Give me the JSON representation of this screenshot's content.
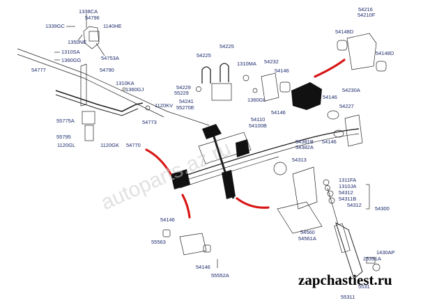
{
  "watermark": "autoparts.az.ru",
  "site_mark": "zapchastiest.ru",
  "labels": {
    "l1338ca": "1338CA",
    "l54796": "54796",
    "l1339gc": "1339GC",
    "l1140he": "1140HE",
    "l1350ne": "1350NE",
    "l54753a": "54753A",
    "l1310sa": "1310SA",
    "l1360gg": "1360GG",
    "l54777": "54777",
    "l54790": "54790",
    "l1310ka": "1310KA",
    "l1360gj": "1360GJ",
    "l1120kv": "1120KV",
    "l55775a": "55775A",
    "l54773": "54773",
    "l55795": "55795",
    "l1120gl": "1120GL",
    "l1120gk": "1120GK",
    "l54770": "54770",
    "l54225a": "54225",
    "l54225b": "54225",
    "l54229": "54229",
    "l55229": "55229",
    "l54241": "54241",
    "l55270e": "55270E",
    "l1310ma": "1310MA",
    "l54232": "54232",
    "l54146a": "54146",
    "l1360gl": "1360GL",
    "l54146b": "54146",
    "l54110": "54110",
    "l54100b": "54100B",
    "l54216": "54216",
    "l54210f": "54210F",
    "l54148da": "54148D",
    "l54148db": "54148D",
    "l54230a": "54230A",
    "l54146c": "54146",
    "l54227": "54227",
    "l54146d": "54146",
    "l54381b": "54381B",
    "l54382a": "54382A",
    "l54313": "54313",
    "l1311fa": "1311FA",
    "l1310ja": "1310JA",
    "l54312a": "54312",
    "l54311b": "54311B",
    "l54312b": "54312",
    "l54300": "54300",
    "l54560": "54560",
    "l54561a": "54561A",
    "l54146e": "54146",
    "l55563": "55563",
    "l54146f": "54146",
    "l55552a": "55552A",
    "l1430ap": "1430AP",
    "l25391a": "25391A",
    "l5531a": "5531",
    "l55311": "55311"
  },
  "colors": {
    "ink": "#1b2a6b",
    "line": "#222222",
    "red_arrow": "#d81616",
    "part": "#111111",
    "watermark": "#c8c8c8"
  }
}
